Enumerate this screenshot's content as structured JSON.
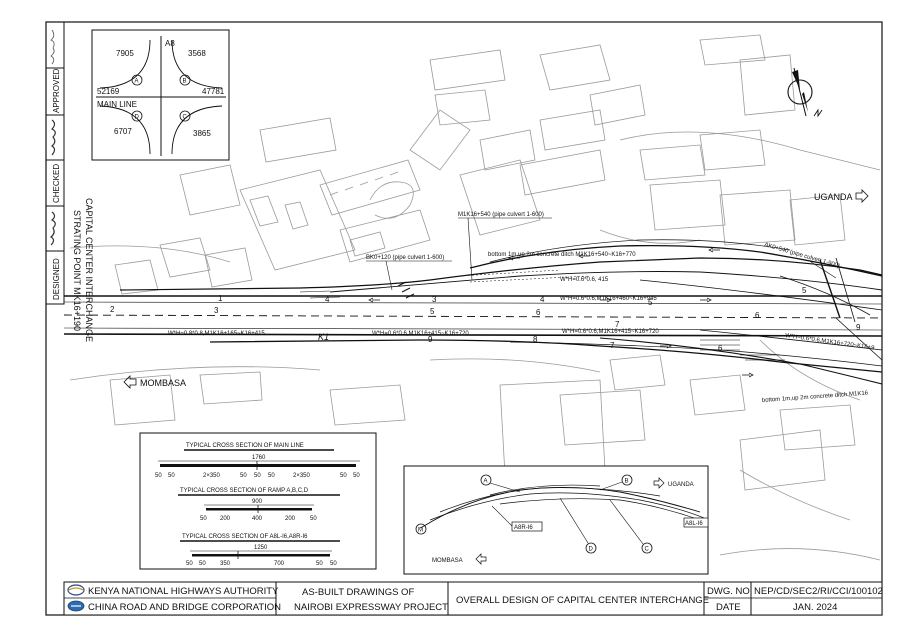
{
  "side_strip": {
    "approved_label": "APPROVED",
    "checked_label": "CHECKED",
    "designed_label": "DESIGNED"
  },
  "legend_box": {
    "a8": "A8",
    "main_line": "MAIN LINE",
    "q_a": "A",
    "q_b": "B",
    "q_c": "C",
    "q_d": "D",
    "v_7905": "7905",
    "v_3568": "3568",
    "v_52169": "52169",
    "v_47781": "47781",
    "v_6707": "6707",
    "v_3865": "3865"
  },
  "plan": {
    "start_point_line1": "CAPITAL CENTER INTERCHANGE",
    "start_point_line2": "STRATING POINT  MK16+190",
    "uganda": "UGANDA",
    "mombasa": "MOMBASA",
    "culvert_bk": "BK0+120  (pipe culvert 1-600)",
    "culvert_m1": "M1K16+540 (pipe culvert 1-600)",
    "culvert_ak": "AK0+540 (pipe culvert 1-900)",
    "ditch_top": "bottom 1m,up 2m concrete ditch M1K16+540~K16+770",
    "ditch_bottom": "bottom 1m,up 2m concrete ditch  M1K16",
    "wh_1": "W*H=0.8*0.8,M1K16+165~K16+415",
    "wh_2": "W*H=0.6*0.6,M1K16+415~K16+720",
    "wh_3": "W*H=0.6*0.6,M1K16+415~K16+720",
    "wh_4": "W*H=0.6*0.6,M1K16+460~K16+945",
    "wh_5": "W*H=0.6*0.6, 415",
    "wh_6": "W*H=0.6*0.6,M1K16+720~K16+9",
    "k1": "K1",
    "lane_numbers": [
      "1",
      "2",
      "3",
      "4",
      "5",
      "6",
      "7",
      "8",
      "9"
    ]
  },
  "cross_sections": {
    "main_title": "TYPICAL CROSS SECTION OF MAIN LINE",
    "main_total": "1760",
    "main_dims": [
      "50",
      "50",
      "2×350",
      "50",
      "50",
      "50",
      "2×350",
      "50",
      "50"
    ],
    "ramp_title": "TYPICAL CROSS SECTION OF RAMP A,B,C,D",
    "ramp_total": "900",
    "ramp_dims": [
      "50",
      "200",
      "400",
      "200",
      "50"
    ],
    "a8_title": "TYPICAL CROSS SECTION OF A8L-I6,A8R-I6",
    "a8_total": "1250",
    "a8_dims": [
      "50",
      "50",
      "350",
      "700",
      "50",
      "50"
    ]
  },
  "key_plan": {
    "uganda": "UGANDA",
    "mombasa": "MOMBASA",
    "a8r": "A8R-I6",
    "a8l": "A8L-I6",
    "m": "M",
    "a": "A",
    "b": "B",
    "c": "C",
    "d": "D"
  },
  "title_block": {
    "org1": "KENYA NATIONAL HIGHWAYS AUTHORITY",
    "org2": "CHINA ROAD AND BRIDGE CORPORATION",
    "project_line1": "AS-BUILT DRAWINGS OF",
    "project_line2": "NAIROBI EXPRESSWAY PROJECT",
    "drawing_title": "OVERALL DESIGN OF CAPITAL CENTER INTERCHANGE",
    "dwg_no_label": "DWG. NO.",
    "dwg_no": "NEP/CD/SEC2/RI/CCI/100102",
    "date_label": "DATE",
    "date": "JAN. 2024"
  },
  "colors": {
    "line": "#111111",
    "building": "#9a9a9a",
    "faint": "#c4c4c4"
  }
}
